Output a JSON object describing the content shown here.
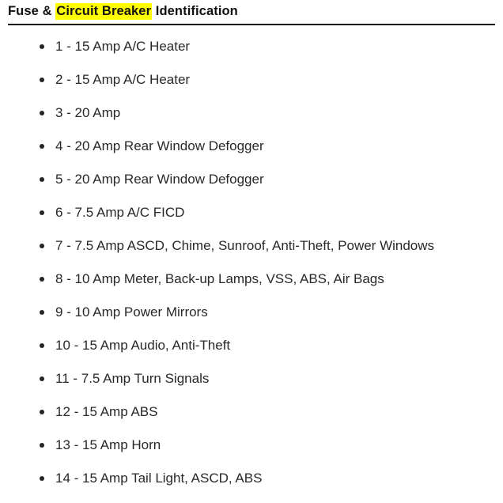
{
  "header": {
    "text_before": "Fuse & ",
    "highlighted": "Circuit Breaker",
    "text_after": " Identification",
    "highlight_color": "#ffff00",
    "rule_color": "#000000"
  },
  "fuse_list": {
    "items": [
      {
        "label": "1 - 15 Amp A/C Heater"
      },
      {
        "label": "2 - 15 Amp A/C Heater"
      },
      {
        "label": "3 - 20 Amp"
      },
      {
        "label": "4 - 20 Amp Rear Window Defogger"
      },
      {
        "label": "5 - 20 Amp Rear Window Defogger"
      },
      {
        "label": "6 - 7.5 Amp A/C FICD"
      },
      {
        "label": "7 - 7.5 Amp ASCD, Chime, Sunroof, Anti-Theft, Power Windows"
      },
      {
        "label": "8 - 10 Amp Meter, Back-up Lamps, VSS, ABS, Air Bags"
      },
      {
        "label": "9 - 10 Amp Power Mirrors"
      },
      {
        "label": "10 - 15 Amp Audio, Anti-Theft"
      },
      {
        "label": "11 - 7.5 Amp Turn Signals"
      },
      {
        "label": "12 - 15 Amp ABS"
      },
      {
        "label": "13 - 15 Amp Horn"
      },
      {
        "label": "14 - 15 Amp Tail Light, ASCD, ABS"
      }
    ]
  }
}
